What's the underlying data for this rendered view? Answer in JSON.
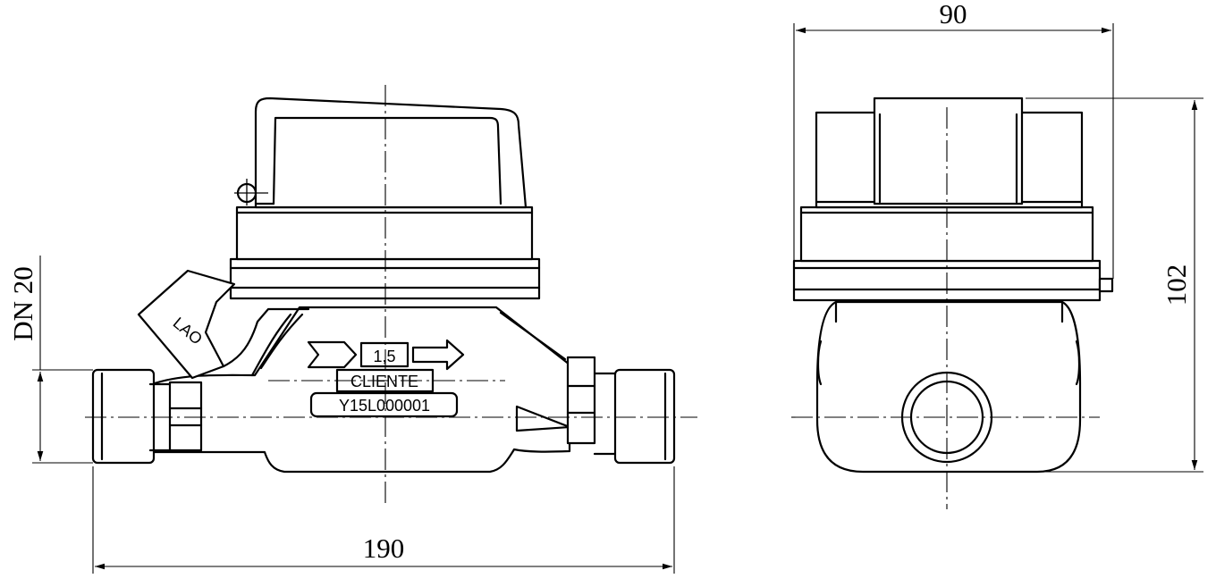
{
  "drawing": {
    "dimensions": {
      "total_length": "190",
      "width": "90",
      "height": "102",
      "nominal_diameter": "DN 20"
    },
    "markings": {
      "brand": "LAO",
      "flow": "1,5",
      "client": "CLIENTE",
      "serial": "Y15L000001"
    }
  }
}
